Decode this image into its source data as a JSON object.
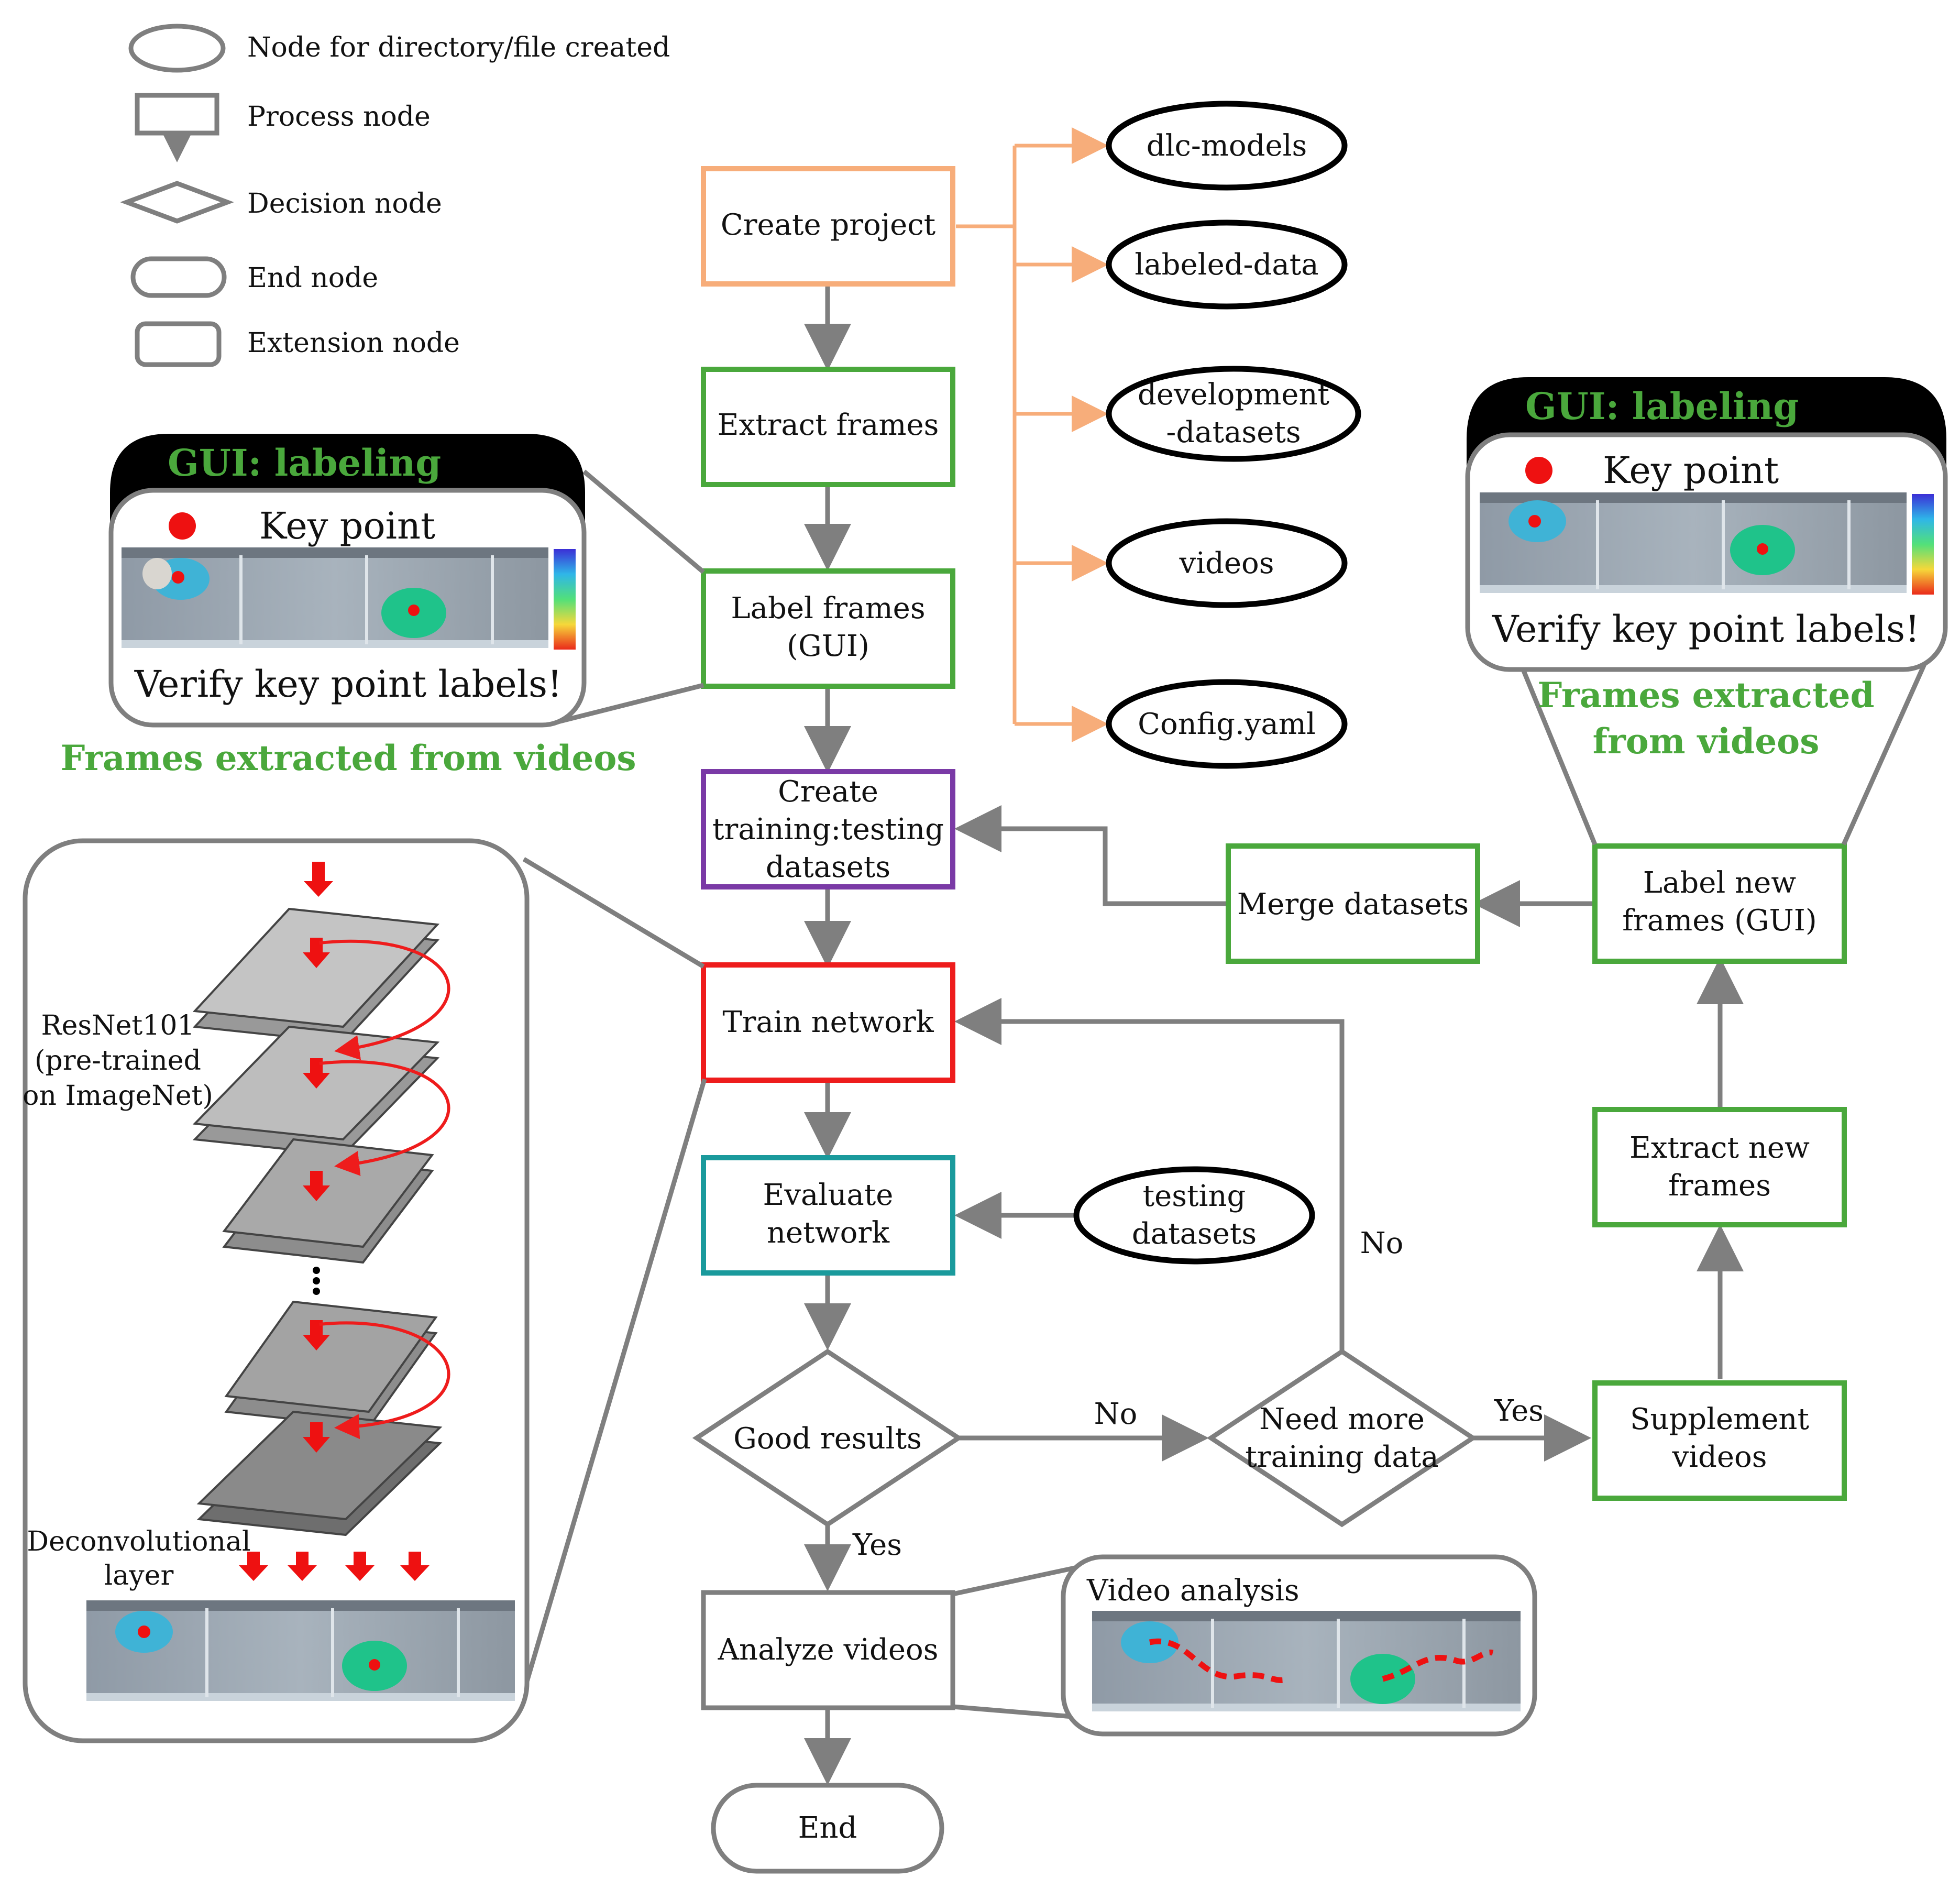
{
  "legend": {
    "items": [
      {
        "shape": "ellipse",
        "label": "Node for directory/file created"
      },
      {
        "shape": "process",
        "label": "Process node"
      },
      {
        "shape": "diamond",
        "label": "Decision node"
      },
      {
        "shape": "end",
        "label": "End node"
      },
      {
        "shape": "extension",
        "label": "Extension node"
      }
    ]
  },
  "nodes": {
    "create_project": "Create project",
    "extract_frames": "Extract frames",
    "label_frames": [
      "Label frames",
      "(GUI)"
    ],
    "create_datasets": [
      "Create",
      "training:testing",
      "datasets"
    ],
    "train_network": "Train network",
    "evaluate_network": [
      "Evaluate",
      "network"
    ],
    "good_results": "Good results",
    "need_more": [
      "Need more",
      "training data"
    ],
    "analyze_videos": "Analyze videos",
    "end": "End",
    "supplement_videos": [
      "Supplement",
      "videos"
    ],
    "extract_new_frames": [
      "Extract new",
      "frames"
    ],
    "label_new_frames": [
      "Label new",
      "frames (GUI)"
    ],
    "merge_datasets": "Merge datasets",
    "testing_datasets": [
      "testing",
      "datasets"
    ]
  },
  "files": {
    "dlc_models": "dlc-models",
    "labeled_data": "labeled-data",
    "development_datasets": [
      "development",
      "-datasets"
    ],
    "videos": "videos",
    "config": "Config.yaml"
  },
  "edges": {
    "no_1": "No",
    "yes_1": "Yes",
    "yes_2": "Yes",
    "no_2": "No"
  },
  "gui_left": {
    "title": "GUI: labeling",
    "key_point": "Key point",
    "verify": "Verify key point labels!",
    "caption": "Frames extracted from videos"
  },
  "gui_right": {
    "title": "GUI: labeling",
    "key_point": "Key point",
    "verify": "Verify key point labels!",
    "caption": [
      "Frames extracted",
      "from videos"
    ]
  },
  "network_panel": {
    "resnet": [
      "ResNet101",
      "(pre-trained",
      "on ImageNet)"
    ],
    "deconv": [
      "Deconvolutional",
      "layer"
    ]
  },
  "video_panel": {
    "title": "Video analysis"
  },
  "colors": {
    "orange": "#f7ad7a",
    "green": "#4aa83c",
    "purple": "#7a3aa6",
    "red": "#ee1c1c",
    "teal": "#1a9a9c",
    "gray": "#7f7f7f",
    "key_point_dot": "#ee1111"
  }
}
